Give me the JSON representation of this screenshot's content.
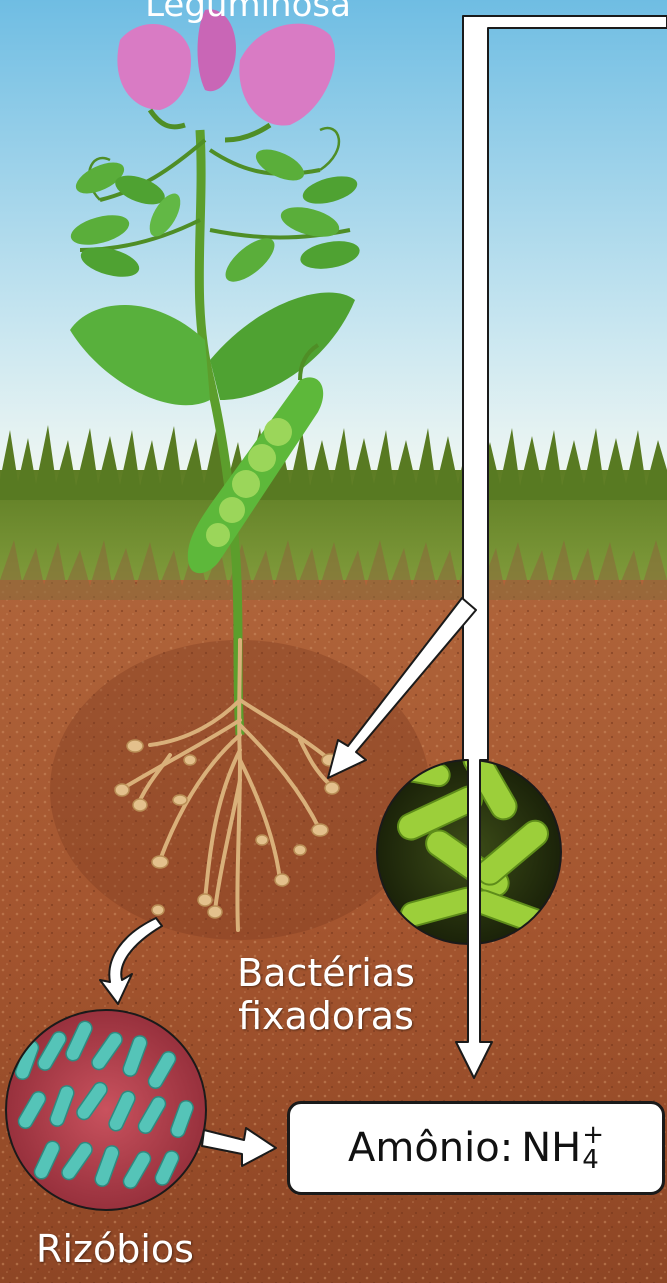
{
  "top_label": "Leguminosa",
  "labels": {
    "bacterias_line1": "Bactérias",
    "bacterias_line2": "fixadoras",
    "rizobios": "Rizóbios"
  },
  "amonio": {
    "name": "Amônio:",
    "formula": "NH",
    "charge": "+",
    "subscript": "4"
  },
  "colors": {
    "sky_top": "#7cc4e6",
    "sky_bottom": "#e6f3f4",
    "grass": "#6f8f2c",
    "soil": "#a85a34",
    "arrow_fill": "#ffffff",
    "arrow_stroke": "#1a1a1a",
    "flower": "#d97bc4",
    "leaf": "#5aae3a",
    "root": "#d9b07a",
    "bacteria": "#9ccf3a",
    "rhizobia_bg": "#b8404f",
    "rhizobia": "#55c4b8"
  }
}
